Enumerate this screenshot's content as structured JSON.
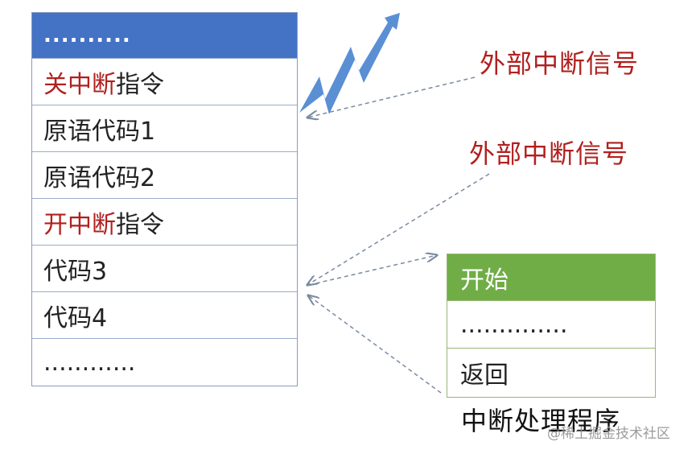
{
  "program": {
    "header": "..........",
    "rows": [
      {
        "red": "关中断",
        "black": "指令"
      },
      {
        "red": "",
        "black": "原语代码1"
      },
      {
        "red": "",
        "black": "原语代码2"
      },
      {
        "red": "开中断",
        "black": "指令"
      },
      {
        "red": "",
        "black": "代码3"
      },
      {
        "red": "",
        "black": "代码4"
      },
      {
        "red": "",
        "black": "............"
      }
    ]
  },
  "signals": {
    "first": "外部中断信号",
    "second": "外部中断信号"
  },
  "handler": {
    "header": "开始",
    "middle": "..............",
    "last": "返回",
    "label": "中断处理程序"
  },
  "watermark": "@稀土掘金技术社区",
  "colors": {
    "program_header": "#4472c4",
    "handler_header": "#70ad47",
    "signal_text": "#b1201f",
    "lightning": "#5b8fd4",
    "arrow": "#7a8aa0"
  }
}
